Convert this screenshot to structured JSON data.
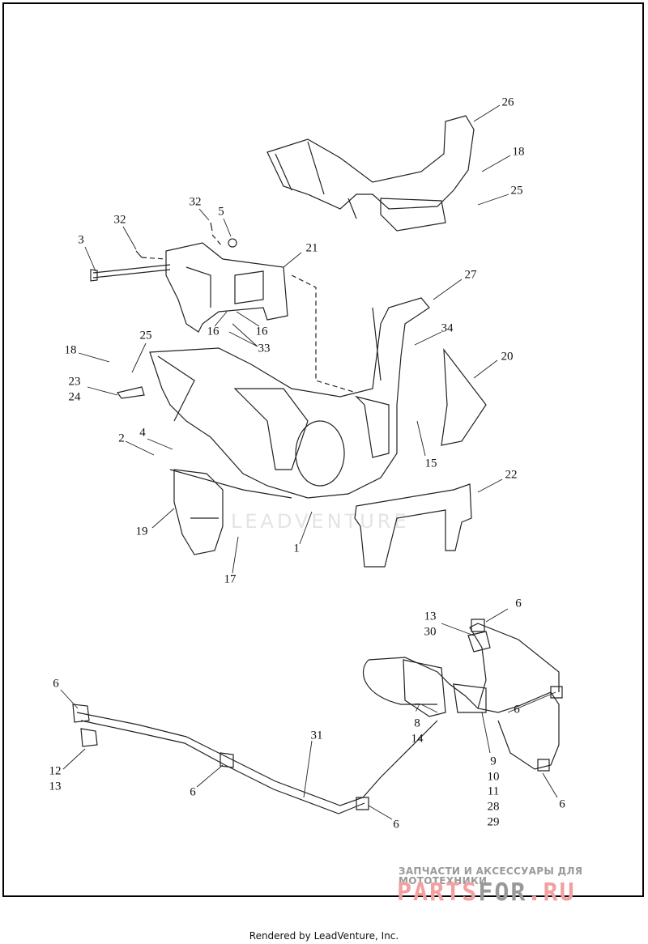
{
  "diagram": {
    "callouts": {
      "c26": "26",
      "c18a": "18",
      "c25a": "25",
      "c32a": "32",
      "c5": "5",
      "c32b": "32",
      "c3": "3",
      "c21": "21",
      "c27": "27",
      "c34": "34",
      "c16a": "16",
      "c16b": "16",
      "c33": "33",
      "c18b": "18",
      "c25b": "25",
      "c20": "20",
      "c23": "23",
      "c24": "24",
      "c2": "2",
      "c4": "4",
      "c15": "15",
      "c22": "22",
      "c19": "19",
      "c1": "1",
      "c17": "17",
      "c13a": "13",
      "c30": "30",
      "c6a": "6",
      "c6b": "6",
      "c6c": "6",
      "c31": "31",
      "c7": "7",
      "c8": "8",
      "c14": "14",
      "c9": "9",
      "c10": "10",
      "c11": "11",
      "c28": "28",
      "c29": "29",
      "c12": "12",
      "c13b": "13",
      "c6d": "6",
      "c6e": "6",
      "c6f": "6"
    }
  },
  "watermarks": {
    "center": "LEADVENTURE",
    "shop_tagline": "ЗАПЧАСТИ И АКСЕССУАРЫ ДЛЯ МОТОТЕХНИКИ",
    "shop_logo_a": "PARTS",
    "shop_logo_b": "FOR",
    "shop_logo_c": ".RU"
  },
  "footer": {
    "text": "Rendered by LeadVenture, Inc."
  }
}
